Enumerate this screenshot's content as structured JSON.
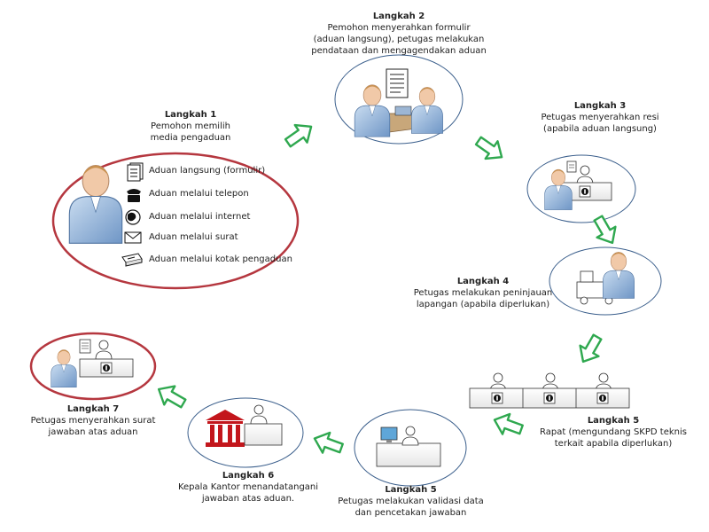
{
  "colors": {
    "step1_border": "#b5373f",
    "step7_border": "#b5373f",
    "ellipse_border": "#3b5f8c",
    "arrow_fill": "#ffffff",
    "arrow_stroke": "#2fa84f",
    "person_blue": "#8fb2d9",
    "bank_red": "#c3161c"
  },
  "steps": {
    "s1": {
      "title": "Langkah 1",
      "text": "Pemohon memilih\nmedia pengaduan"
    },
    "s2": {
      "title": "Langkah 2",
      "text": "Pemohon menyerahkan formulir\n(aduan langsung), petugas melakukan\npendataan dan mengagendakan aduan"
    },
    "s3": {
      "title": "Langkah 3",
      "text": "Petugas menyerahkan resi\n(apabila aduan langsung)"
    },
    "s4": {
      "title": "Langkah 4",
      "text": "Petugas melakukan peninjauan\nlapangan (apabila diperlukan)"
    },
    "s5a": {
      "title": "Langkah 5",
      "text": "Rapat (mengundang SKPD teknis\nterkait apabila diperlukan)"
    },
    "s5b": {
      "title": "Langkah 5",
      "text": "Petugas melakukan validasi data\ndan pencetakan jawaban"
    },
    "s6": {
      "title": "Langkah 6",
      "text": "Kepala Kantor menandatangani\njawaban atas aduan."
    },
    "s7": {
      "title": "Langkah 7",
      "text": "Petugas menyerahkan surat\njawaban atas aduan"
    }
  },
  "media": [
    {
      "label": "Aduan langsung (formulir)",
      "icon": "documents-icon"
    },
    {
      "label": "Aduan melalui telepon",
      "icon": "telephone-icon"
    },
    {
      "label": "Aduan melalui internet",
      "icon": "globe-icon"
    },
    {
      "label": "Aduan melalui surat",
      "icon": "envelope-icon"
    },
    {
      "label": "Aduan melalui kotak pengaduan",
      "icon": "complaint-box-icon"
    }
  ]
}
